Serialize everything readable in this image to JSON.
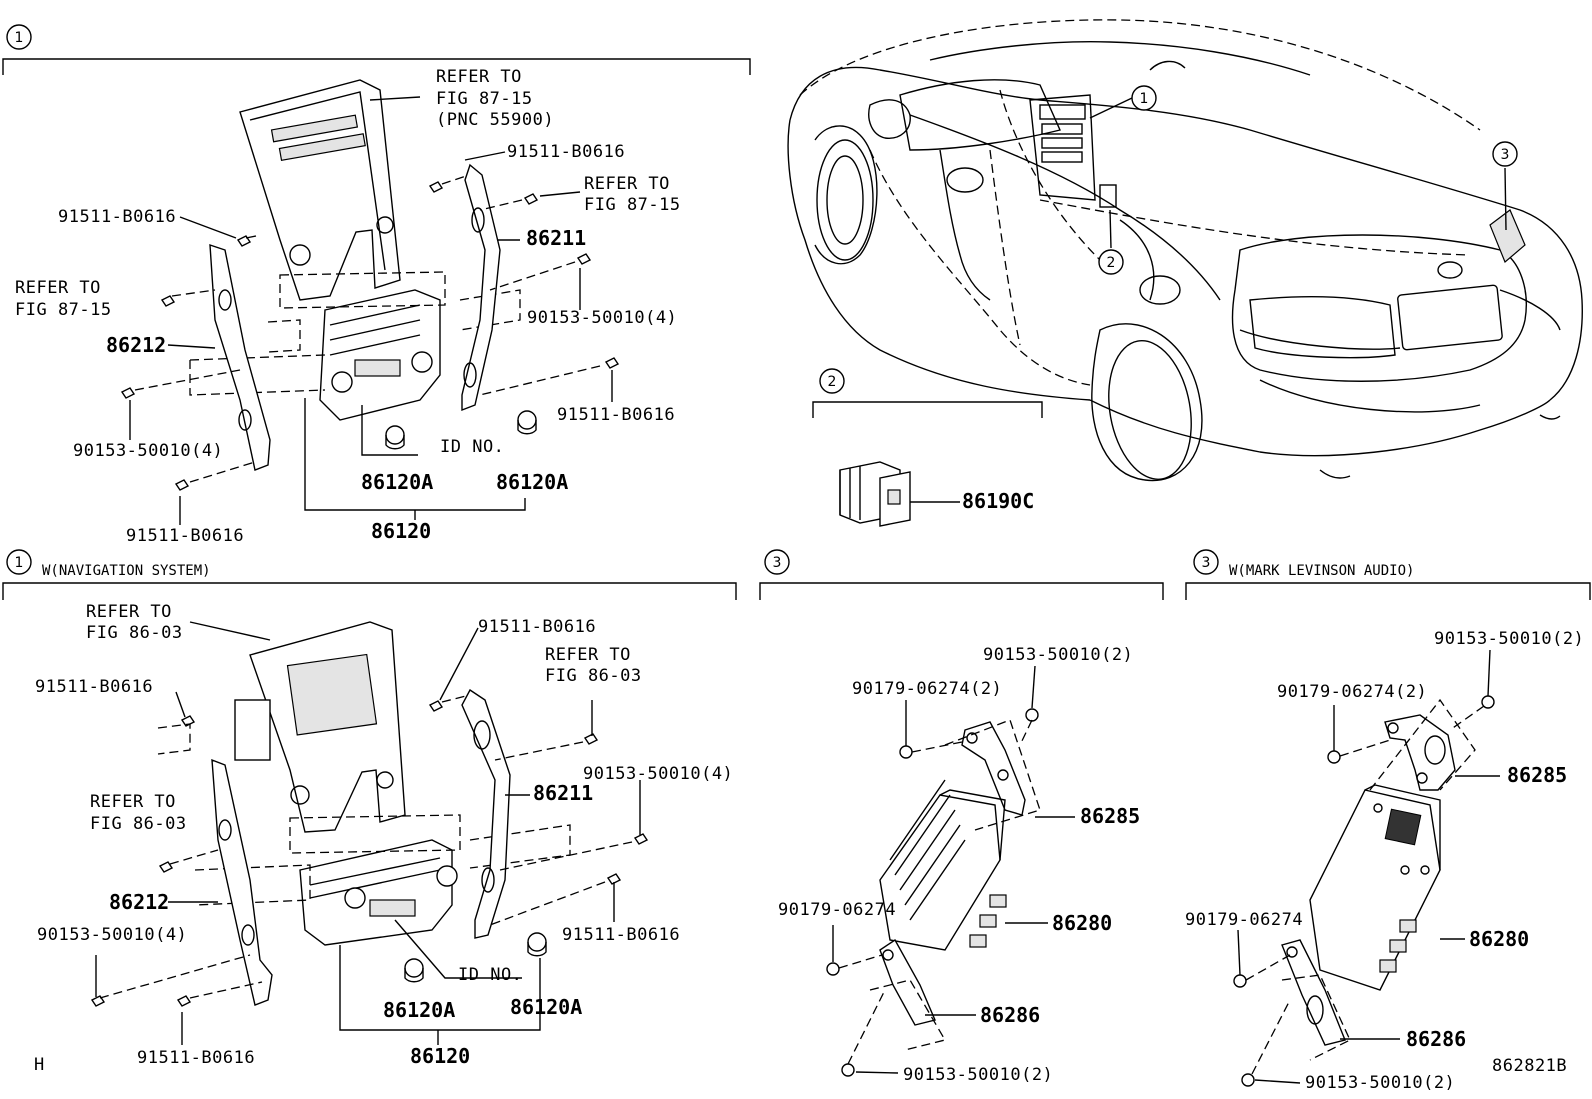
{
  "sections": {
    "s1": {
      "circle": "1",
      "title": ""
    },
    "s2": {
      "circle": "2"
    },
    "s1nav": {
      "circle": "1",
      "title": "W(NAVIGATION SYSTEM)"
    },
    "s3": {
      "circle": "3"
    },
    "s3ml": {
      "circle": "3",
      "title": "W(MARK LEVINSON AUDIO)"
    }
  },
  "car": {
    "callouts": [
      "1",
      "2",
      "3"
    ]
  },
  "top_left": {
    "refer1": [
      "REFER TO",
      "FIG 87-15",
      "(PNC 55900)"
    ],
    "refer2": [
      "REFER TO",
      "FIG 87-15"
    ],
    "refer3": [
      "REFER TO",
      "FIG 87-15"
    ],
    "p_91511_a": "91511-B0616",
    "p_91511_b": "91511-B0616",
    "p_91511_c": "91511-B0616",
    "p_91511_d": "91511-B0616",
    "p_86211": "86211",
    "p_86212": "86212",
    "p_90153_a": "90153-50010(4)",
    "p_90153_b": "90153-50010(4)",
    "id_no": "ID NO.",
    "p_86120a_1": "86120A",
    "p_86120a_2": "86120A",
    "p_86120": "86120"
  },
  "sec2": {
    "p_86190c": "86190C"
  },
  "bottom_left": {
    "refer1": [
      "REFER TO",
      "FIG 86-03"
    ],
    "refer2": [
      "REFER TO",
      "FIG 86-03"
    ],
    "refer3": [
      "REFER TO",
      "FIG 86-03"
    ],
    "p_91511_a": "91511-B0616",
    "p_91511_b": "91511-B0616",
    "p_91511_c": "91511-B0616",
    "p_91511_d": "91511-B0616",
    "p_86211": "86211",
    "p_86212": "86212",
    "p_90153_a": "90153-50010(4)",
    "p_90153_b": "90153-50010(4)",
    "id_no": "ID NO.",
    "p_86120a_1": "86120A",
    "p_86120a_2": "86120A",
    "p_86120": "86120",
    "page_mark": "H"
  },
  "bottom_mid": {
    "p_90153_top": "90153-50010(2)",
    "p_90179_top": "90179-06274(2)",
    "p_86285": "86285",
    "p_90179_mid": "90179-06274",
    "p_86280": "86280",
    "p_86286": "86286",
    "p_90153_bot": "90153-50010(2)"
  },
  "bottom_right": {
    "p_90153_top": "90153-50010(2)",
    "p_90179_top": "90179-06274(2)",
    "p_86285": "86285",
    "p_90179_mid": "90179-06274",
    "p_86280": "86280",
    "p_86286": "86286",
    "p_90153_bot": "90153-50010(2)",
    "fig_code": "862821B"
  }
}
